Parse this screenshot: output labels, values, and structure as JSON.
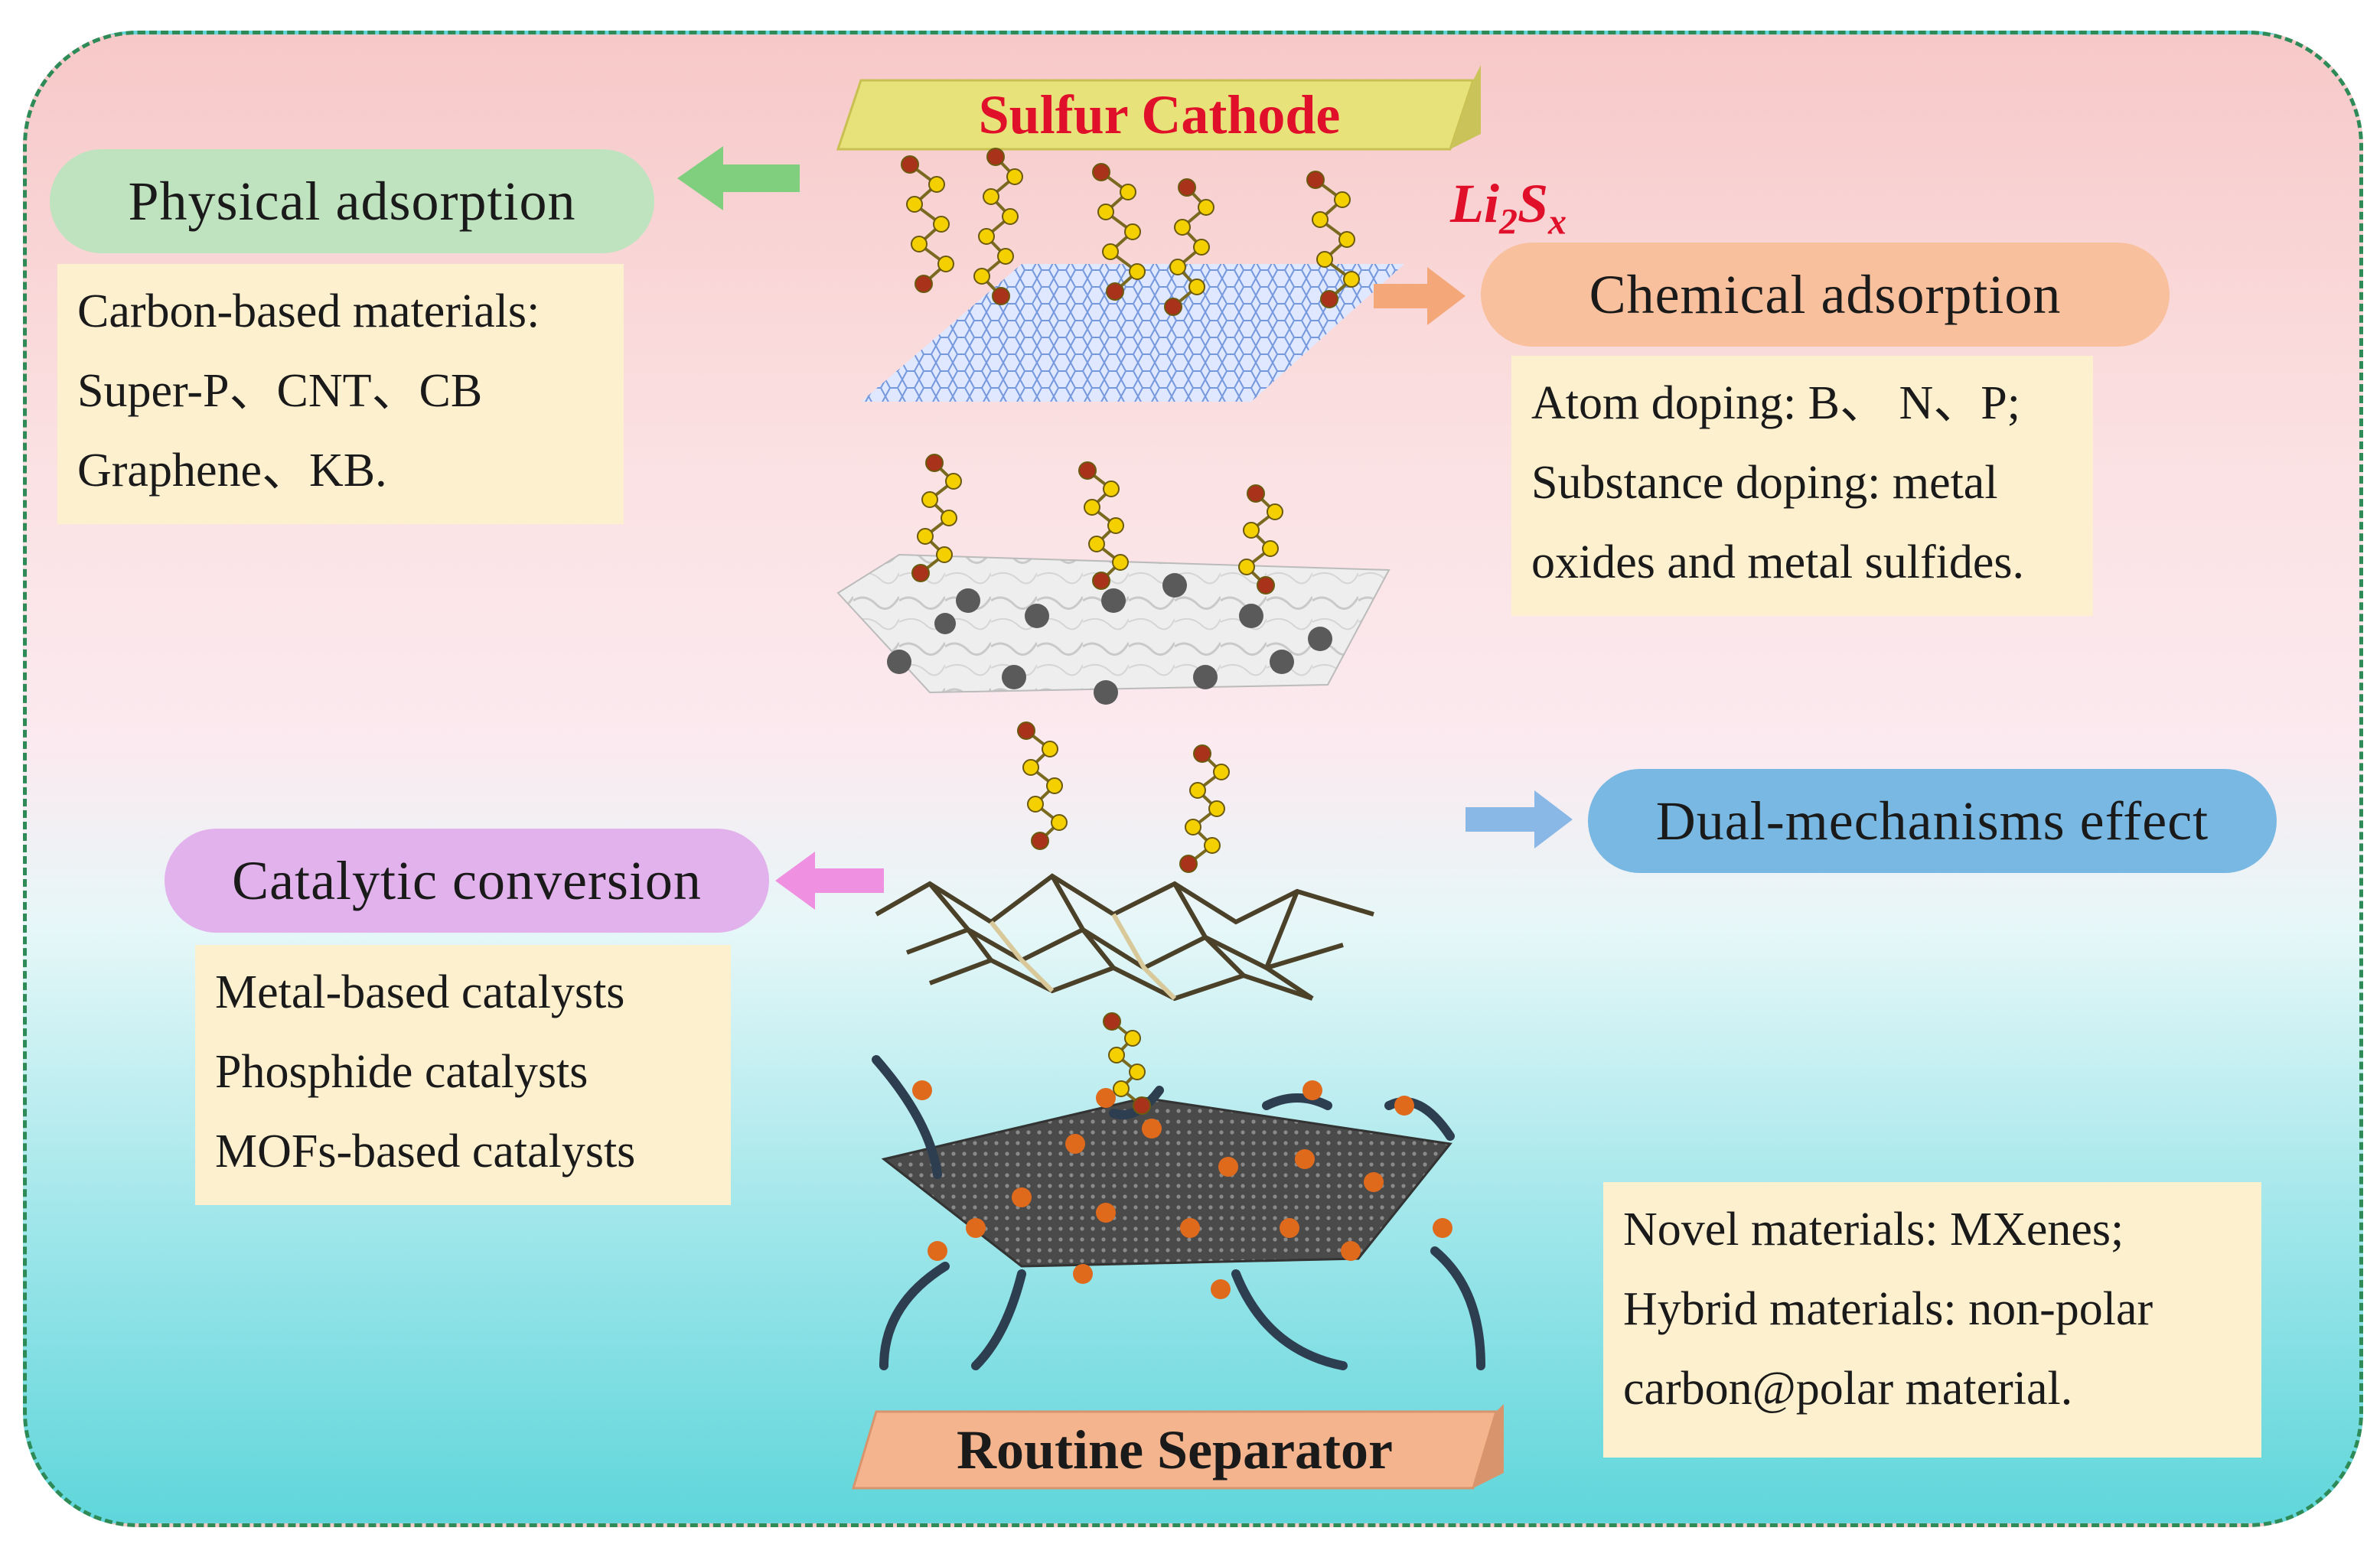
{
  "cathode_label": "Sulfur Cathode",
  "separator_label": "Routine Separator",
  "species": {
    "base": "Li",
    "sub1": "2",
    "mid": "S",
    "sub2": "x"
  },
  "sections": {
    "physical": {
      "title": "Physical adsorption",
      "lines": [
        "Carbon-based materials:",
        "Super-P、CNT、CB",
        "Graphene、KB."
      ]
    },
    "chemical": {
      "title": "Chemical adsorption",
      "lines": [
        "Atom doping: B、 N、P;",
        "Substance doping: metal",
        "oxides and metal sulfides."
      ]
    },
    "catalytic": {
      "title": "Catalytic conversion",
      "lines": [
        "Metal-based catalysts",
        "Phosphide catalysts",
        "MOFs-based catalysts"
      ]
    },
    "dual": {
      "title": "Dual-mechanisms effect",
      "lines": [
        "Novel materials: MXenes;",
        "Hybrid materials: non-polar",
        "carbon@polar material."
      ]
    }
  },
  "colors": {
    "frame_border": "#2e8b57",
    "cathode_plate": "#e7e27a",
    "separator_plate": "#f4b48e",
    "physical_pill": "#bfe3bf",
    "chemical_pill": "#f8c09c",
    "catalytic_pill": "#e2b2ec",
    "dual_pill": "#78b8e2",
    "panel_bg": "#fdf0cf",
    "sulfur": "#f5d000",
    "lithium": "#a8321a",
    "cathode_text": "#e0102a"
  }
}
